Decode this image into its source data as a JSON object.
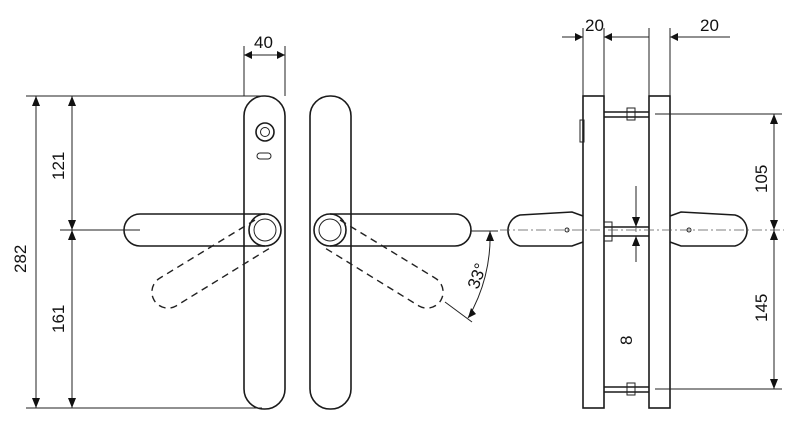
{
  "labels": {
    "plate_width": "40",
    "upper_height": "121",
    "total_height": "282",
    "lower_height": "161",
    "rotation_angle": "33°",
    "gap_left": "20",
    "gap_right": "20",
    "upper_fixing": "105",
    "lower_fixing": "145",
    "spindle_size": "8"
  },
  "colors": {
    "line": "#1a1a1a",
    "background": "#ffffff"
  }
}
